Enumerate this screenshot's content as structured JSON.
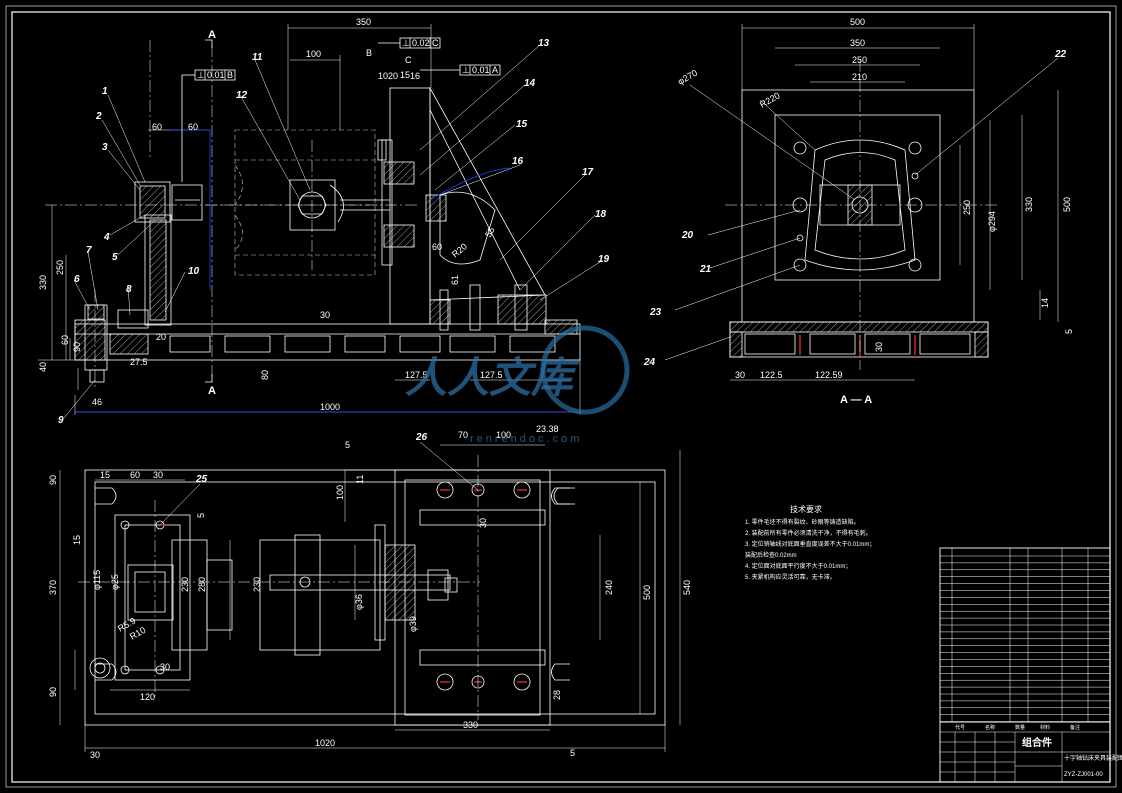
{
  "colors": {
    "background": "#000000",
    "line": "#ffffff",
    "hidden": "#c8c8c8",
    "leader": "#1f3cff",
    "section_hatch": "#ff3030",
    "watermark": "#2b6ea3"
  },
  "front_view": {
    "dims_top": [
      "350",
      "100",
      "15",
      "1020",
      "16"
    ],
    "dims_left": [
      "330",
      "250",
      "60",
      "90",
      "40"
    ],
    "dims_other": [
      "60",
      "60",
      "20",
      "80",
      "30",
      "27.5",
      "127.5",
      "127.5",
      "46",
      "1000",
      "R20",
      "60",
      "61",
      "55"
    ],
    "tolerance_1": {
      "symbol": "⊥",
      "value": "0.01",
      "datum": "B"
    },
    "tolerance_2": {
      "symbol": "⊥",
      "value": "0.02",
      "datum": "C"
    },
    "tolerance_3": {
      "symbol": "⊥",
      "value": "0.01",
      "datum": "A"
    },
    "datum_b": "B",
    "datum_c": "C",
    "section_marks": [
      "A",
      "A"
    ],
    "balloons": [
      "1",
      "2",
      "3",
      "4",
      "5",
      "6",
      "7",
      "8",
      "9",
      "10",
      "11",
      "12",
      "13",
      "14",
      "15",
      "16",
      "17",
      "18",
      "19"
    ]
  },
  "side_view": {
    "label": "A — A",
    "dims": [
      "500",
      "350",
      "250",
      "210",
      "φ270",
      "R220",
      "250",
      "φ294",
      "330",
      "500",
      "14",
      "5",
      "30",
      "122.5",
      "122.59",
      "30"
    ],
    "balloons": [
      "20",
      "21",
      "22",
      "23",
      "24"
    ]
  },
  "top_view": {
    "dims": [
      "5",
      "70",
      "100",
      "23.38",
      "15",
      "60",
      "30",
      "5",
      "370",
      "90",
      "90",
      "100",
      "15",
      "φ115",
      "φ25",
      "230",
      "280",
      "230",
      "φ36",
      "φ39",
      "R10",
      "R5.9",
      "120",
      "30",
      "1020",
      "330",
      "30",
      "540",
      "240",
      "500",
      "30",
      "28",
      "5",
      "11"
    ],
    "balloons": [
      "25",
      "26"
    ]
  },
  "watermark": {
    "text": "人人文库",
    "url": "renrendoc.com"
  },
  "notes": {
    "title": "技术要求",
    "lines": [
      "1. 零件毛坯不得有裂纹、砂眼等铸造缺陷。",
      "2. 装配前所有零件必须清洗干净，不得有毛刺。",
      "3. 定位销轴线对底面垂直度误差不大于0.01mm；",
      "   装配后检查0.02mm",
      "4. 定位面对底面平行度不大于0.01mm；",
      "5. 夹紧机构应灵活可靠，无卡滞。"
    ]
  },
  "title_block": {
    "assembly": "组合件",
    "drawing_name": "十字轴钻床夹具装配图",
    "number": "ZYZ-ZJ001-00",
    "header_cols": [
      "代号",
      "名称",
      "数量",
      "材料",
      "备注"
    ]
  }
}
